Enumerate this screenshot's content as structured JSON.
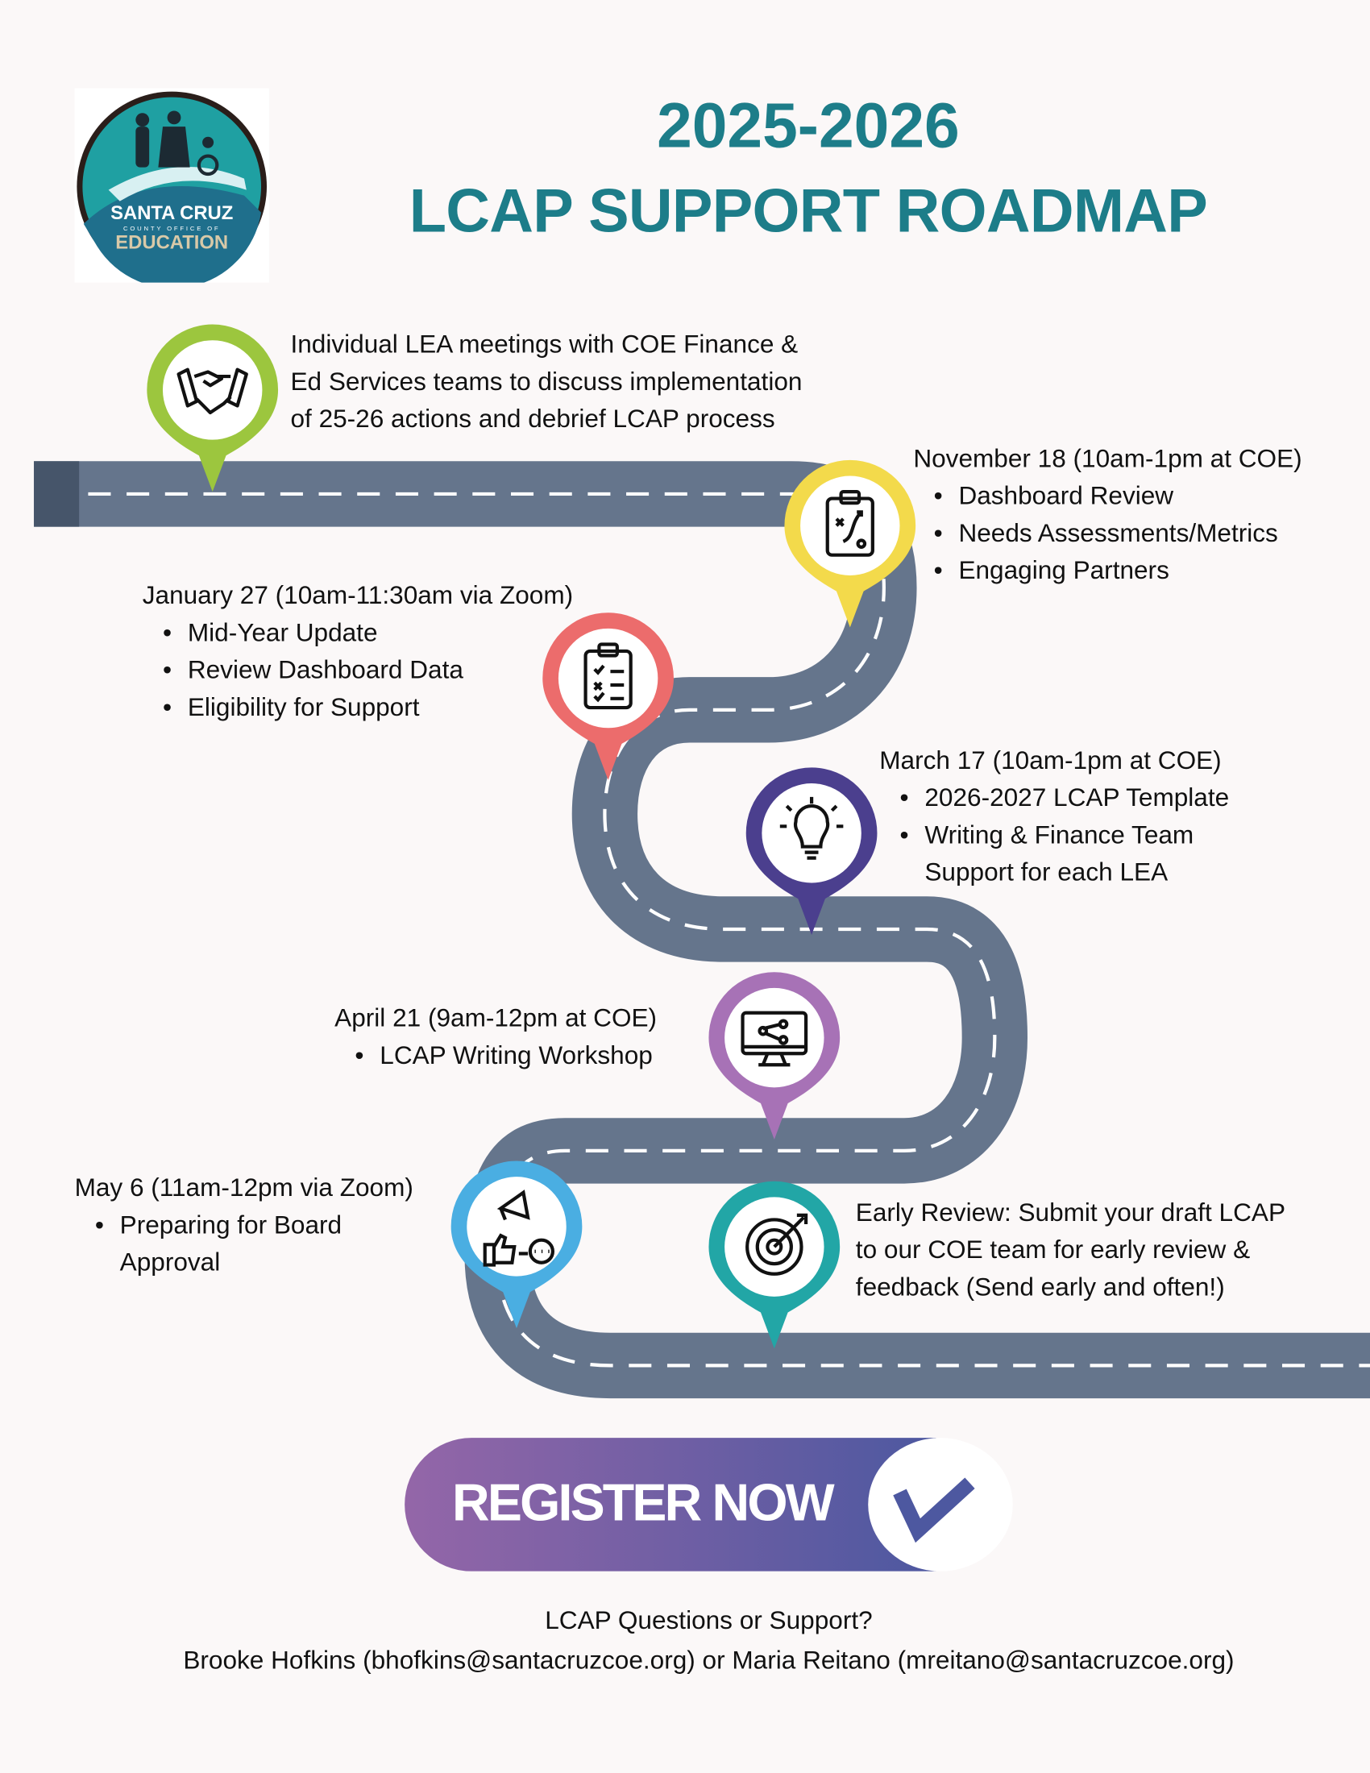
{
  "logo": {
    "line1": "SANTA CRUZ",
    "line2": "COUNTY OFFICE OF",
    "line3": "EDUCATION"
  },
  "title": {
    "line1": "2025-2026",
    "line2": "LCAP SUPPORT ROADMAP"
  },
  "colors": {
    "title": "#1d7d89",
    "road": "#65758c",
    "green": "#9cc63e",
    "yellow": "#f3da4b",
    "salmon": "#ec6c6c",
    "purple": "#4b3f8e",
    "lavender": "#a772b6",
    "blue": "#4aaee2",
    "teal": "#22a6a6"
  },
  "steps": {
    "lea": {
      "icon": "handshake-icon",
      "lines": [
        "Individual LEA meetings with COE Finance &",
        "Ed Services teams to discuss implementation",
        "of 25-26 actions and debrief LCAP process"
      ]
    },
    "nov": {
      "icon": "strategy-clipboard-icon",
      "heading": "November 18 (10am-1pm at COE)",
      "bullets": [
        "Dashboard Review",
        "Needs Assessments/Metrics",
        "Engaging Partners"
      ]
    },
    "jan": {
      "icon": "checklist-icon",
      "heading": "January 27 (10am-11:30am via Zoom)",
      "bullets": [
        "Mid-Year Update",
        "Review Dashboard Data",
        "Eligibility for Support"
      ]
    },
    "mar": {
      "icon": "lightbulb-icon",
      "heading": "March 17 (10am-1pm at COE)",
      "bullets": [
        "2026-2027 LCAP Template",
        "Writing & Finance Team"
      ],
      "continuation": "Support for each LEA"
    },
    "apr": {
      "icon": "monitor-icon",
      "heading": "April 21 (9am-12pm at COE)",
      "bullets": [
        "LCAP Writing Workshop"
      ]
    },
    "may": {
      "icon": "megaphone-feedback-icon",
      "heading": "May 6 (11am-12pm via Zoom)",
      "bullets": [
        "Preparing for Board"
      ],
      "continuation": "Approval"
    },
    "early": {
      "icon": "target-icon",
      "lines": [
        "Early Review: Submit your draft LCAP",
        "to our COE team for early review &",
        "feedback (Send early and often!)"
      ]
    }
  },
  "register": {
    "label": "REGISTER NOW",
    "icon": "checkmark-icon"
  },
  "footer": {
    "question": "LCAP Questions or Support?",
    "contacts": "Brooke Hofkins (bhofkins@santacruzcoe.org) or Maria Reitano (mreitano@santacruzcoe.org)"
  }
}
